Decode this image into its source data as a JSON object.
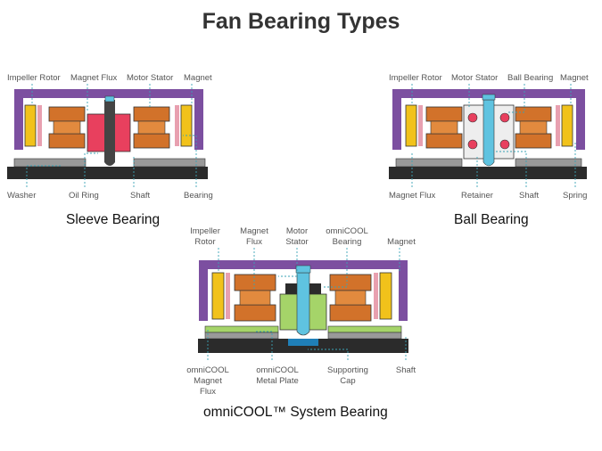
{
  "title": "Fan Bearing Types",
  "colors": {
    "purple": "#7c4fa0",
    "gold": "#f1c21b",
    "orange": "#d2722a",
    "pink": "#e8405e",
    "cyan": "#5fc3e0",
    "green": "#a5d469",
    "dark": "#2b2b2b",
    "gray": "#999999",
    "leader": "#3aa3b5"
  },
  "sleeve": {
    "caption": "Sleeve Bearing",
    "top_labels": [
      "Impeller Rotor",
      "Magnet Flux",
      "Motor Stator",
      "Magnet"
    ],
    "bottom_labels": [
      "Washer",
      "Oil Ring",
      "Shaft",
      "Bearing"
    ]
  },
  "ball": {
    "caption": "Ball Bearing",
    "top_labels": [
      "Impeller Rotor",
      "Motor Stator",
      "Ball Bearing",
      "Magnet"
    ],
    "bottom_labels": [
      "Magnet Flux",
      "Retainer",
      "Shaft",
      "Spring"
    ]
  },
  "omni": {
    "caption": "omniCOOL™ System Bearing",
    "top_labels": [
      {
        "l1": "Impeller",
        "l2": "Rotor"
      },
      {
        "l1": "Magnet",
        "l2": "Flux"
      },
      {
        "l1": "Motor",
        "l2": "Stator"
      },
      {
        "l1": "omniCOOL",
        "l2": "Bearing"
      },
      {
        "l1": "Magnet",
        "l2": ""
      }
    ],
    "bottom_labels": [
      {
        "l1": "omniCOOL",
        "l2": "Magnet",
        "l3": "Flux"
      },
      {
        "l1": "omniCOOL",
        "l2": "Metal Plate",
        "l3": ""
      },
      {
        "l1": "Supporting",
        "l2": "Cap",
        "l3": ""
      },
      {
        "l1": "Shaft",
        "l2": "",
        "l3": ""
      }
    ]
  }
}
